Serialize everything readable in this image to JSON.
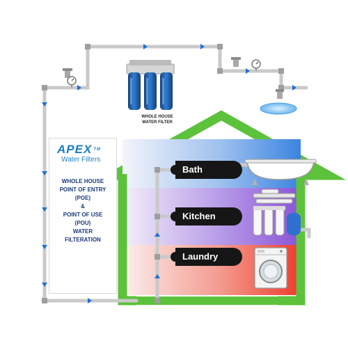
{
  "filter_label": [
    "WHOLE HOUSE",
    "WATER FILTER"
  ],
  "brand": {
    "name": "APEX",
    "trademark": "TM",
    "subtitle": "Water Filters"
  },
  "info_lines": [
    "WHOLE HOUSE",
    "POINT OF ENTRY",
    "(POE)",
    "&",
    "POINT OF USE",
    "(POU)",
    "WATER",
    "FILTERATION"
  ],
  "rooms": {
    "bath": "Bath",
    "kitchen": "Kitchen",
    "laundry": "Laundry"
  },
  "colors": {
    "house_outline": "#5cc23b",
    "bath_zone": "#3b84e0",
    "kitchen_zone": "#8a54d6",
    "laundry_zone": "#ef3b2c",
    "filter_housing": "#1f5fae",
    "pipe": "#c9c9c9",
    "flow_arrow": "#1e6fd9",
    "brand_blue": "#1b7fc1"
  }
}
